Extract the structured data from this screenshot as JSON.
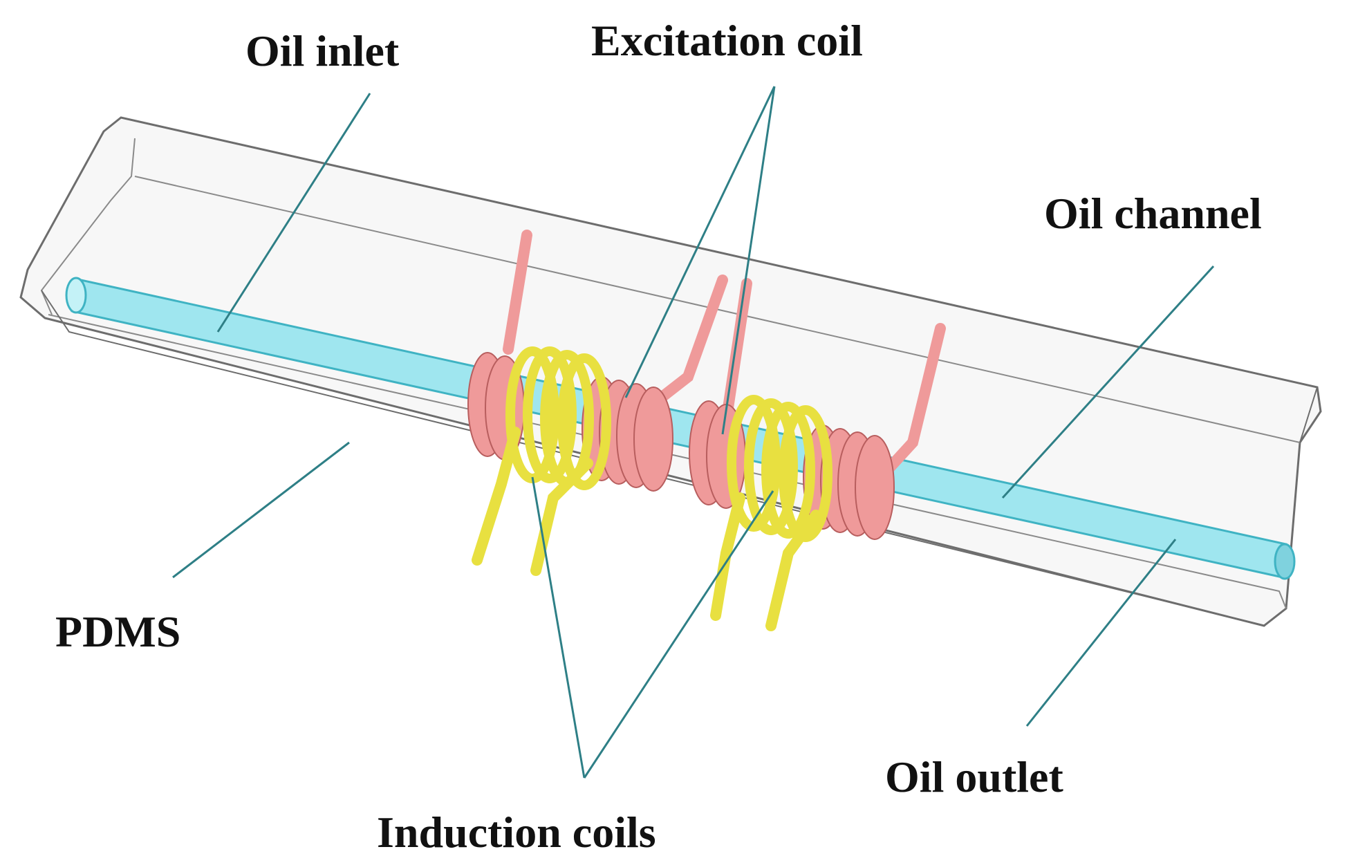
{
  "labels": {
    "oil_inlet": "Oil inlet",
    "excitation_coil": "Excitation coil",
    "oil_channel": "Oil channel",
    "pdms": "PDMS",
    "oil_outlet": "Oil outlet",
    "induction_coils": "Induction coils"
  },
  "colors": {
    "channel_fill": "#9fe6ef",
    "channel_stroke": "#3fb3c3",
    "excitation_coil": "#ef9a9a",
    "excitation_coil_edge": "#b85e5e",
    "induction_coil": "#e8e040",
    "induction_coil_edge": "#8f8a10",
    "leader_line": "#2e7f86",
    "block_outline": "#6d6d6d"
  }
}
